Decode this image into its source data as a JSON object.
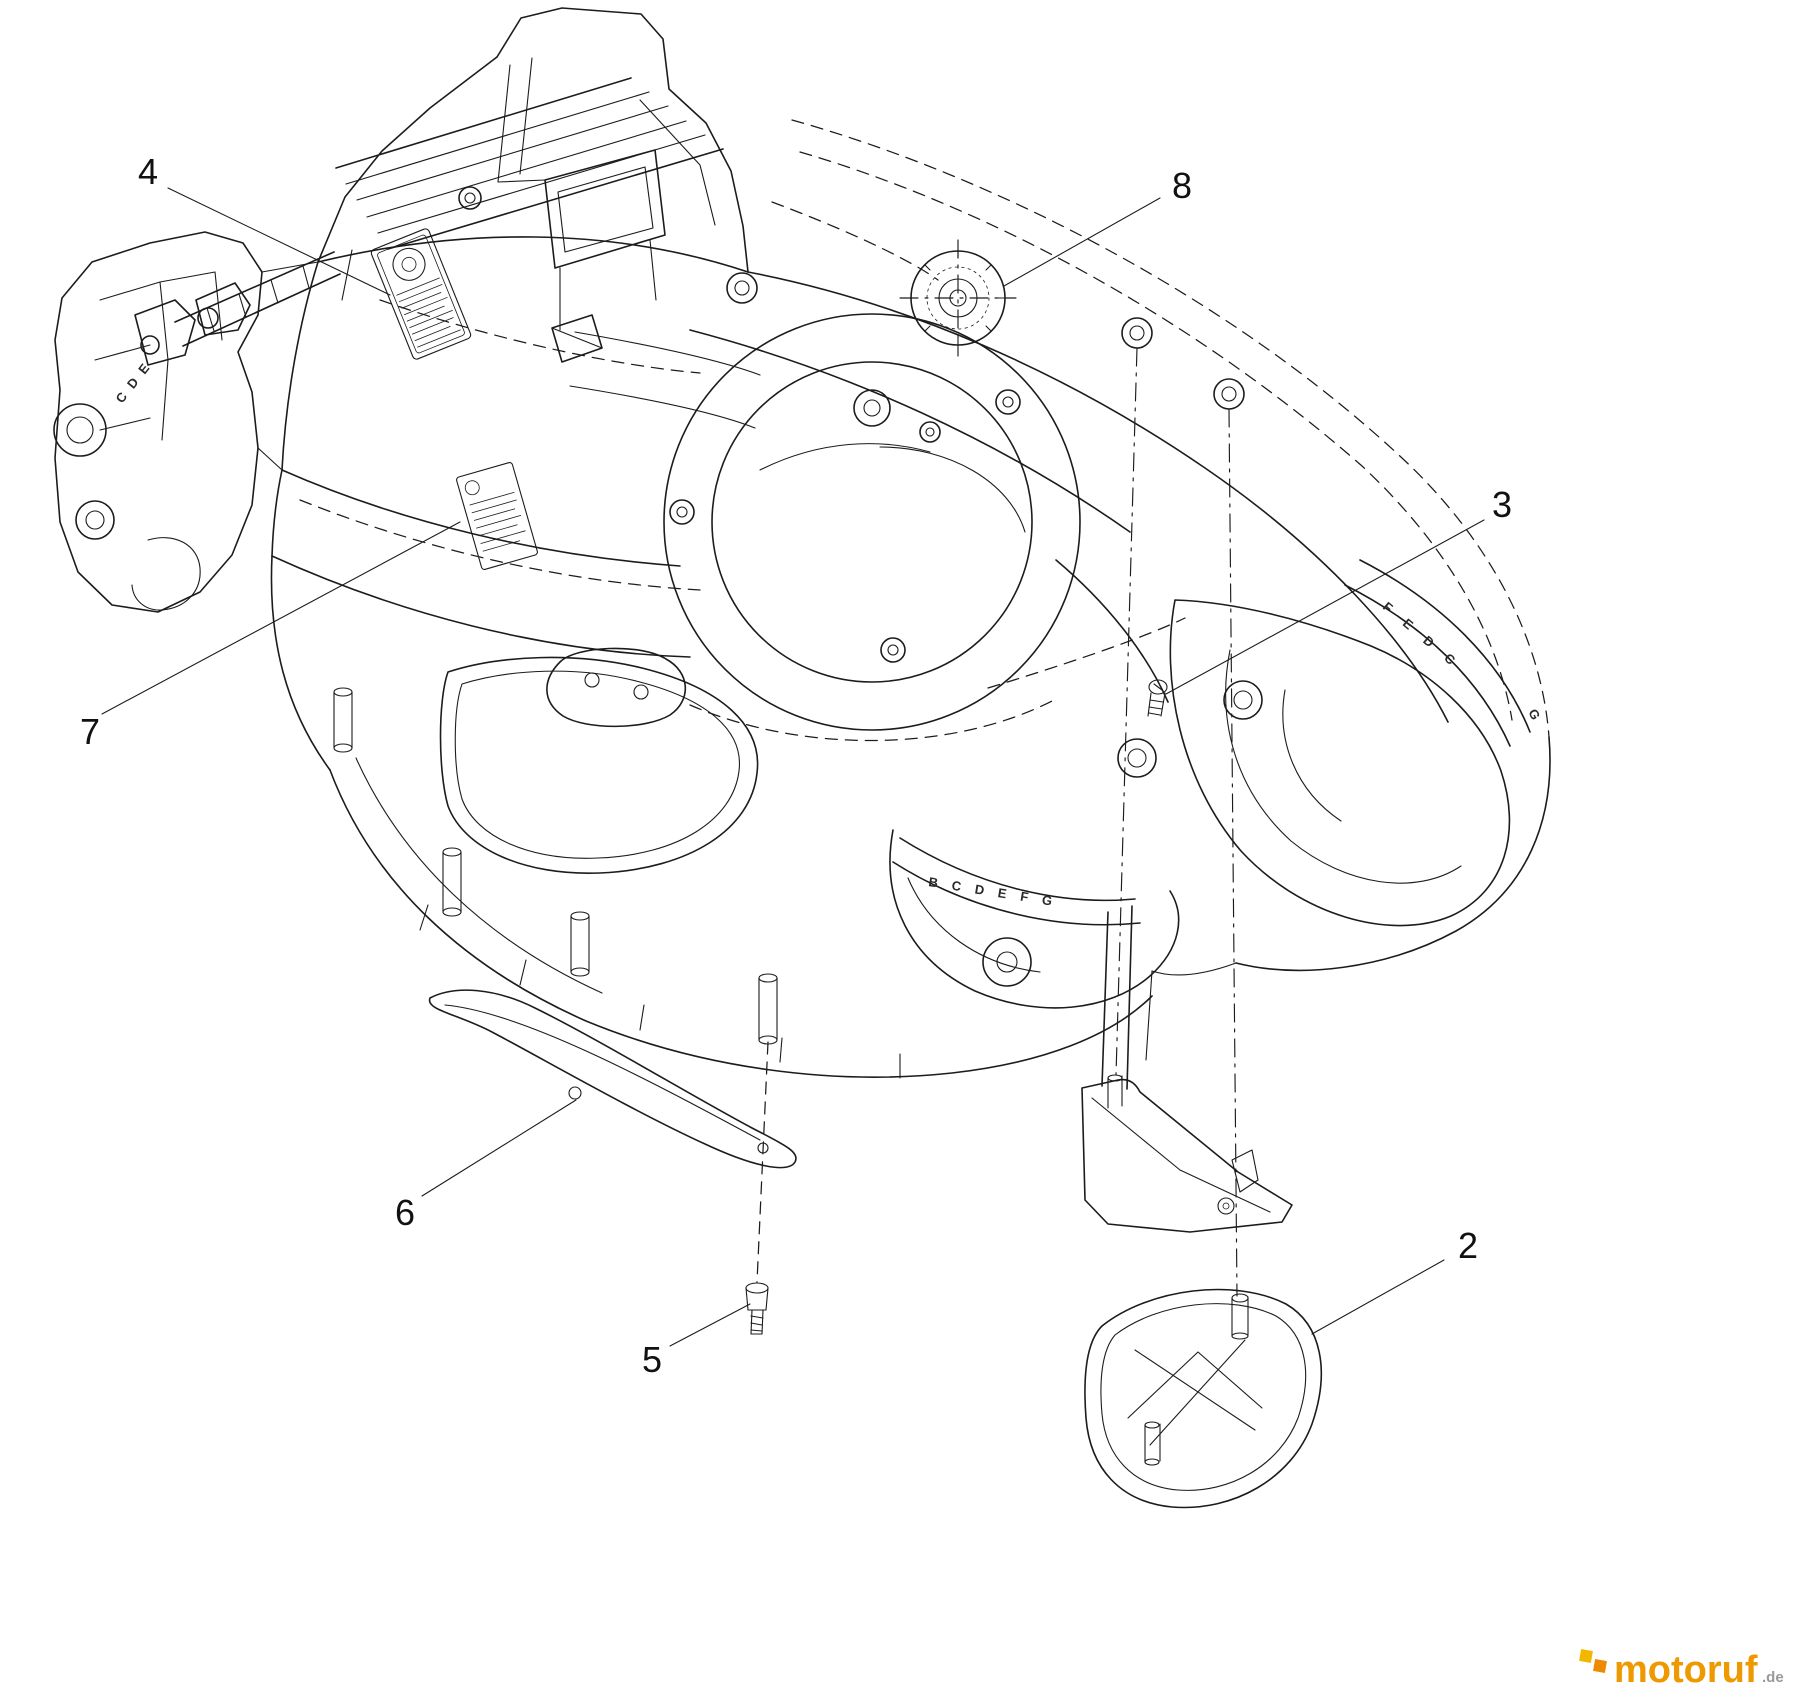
{
  "figure": {
    "type": "exploded-parts-diagram",
    "background": "#ffffff",
    "line_color": "#1c1c1c"
  },
  "callouts": [
    {
      "label": "2"
    },
    {
      "label": "3"
    },
    {
      "label": "4"
    },
    {
      "label": "5"
    },
    {
      "label": "6"
    },
    {
      "label": "7"
    },
    {
      "label": "8"
    }
  ],
  "deck_markings": {
    "left_bracket": "CDE",
    "inner_band": "BCDEFG",
    "outer_rim": "FEDC",
    "outer_rim_end": "G"
  },
  "watermark": {
    "brand": "motoruf",
    "tld": ".de",
    "brand_color": "#ee9900",
    "tld_color": "#999999"
  }
}
